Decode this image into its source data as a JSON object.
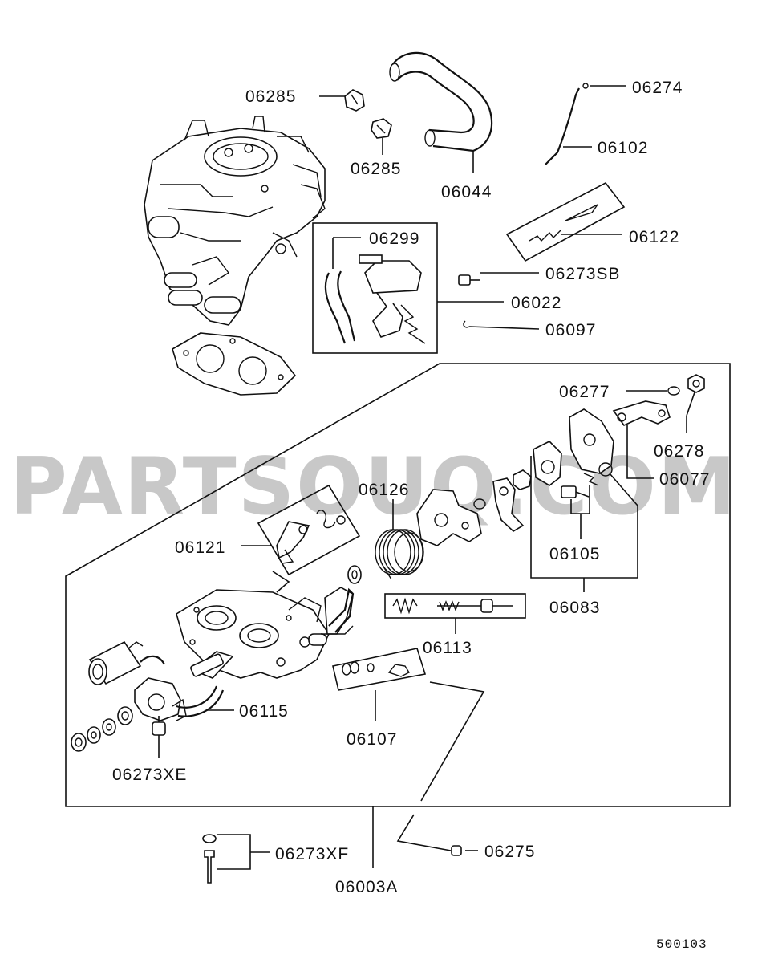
{
  "watermark": "PARTSOUQ.COM",
  "diagram_code": "500103",
  "callouts": {
    "p06285a": "06285",
    "p06285b": "06285",
    "p06044": "06044",
    "p06274": "06274",
    "p06102": "06102",
    "p06122": "06122",
    "p06299": "06299",
    "p06273SB": "06273SB",
    "p06022": "06022",
    "p06097": "06097",
    "p06277": "06277",
    "p06278": "06278",
    "p06077": "06077",
    "p06126": "06126",
    "p06121": "06121",
    "p06105": "06105",
    "p06083": "06083",
    "p06113": "06113",
    "p06115": "06115",
    "p06107": "06107",
    "p06273XE": "06273XE",
    "p06273XF": "06273XF",
    "p06275": "06275",
    "p06003A": "06003A"
  }
}
